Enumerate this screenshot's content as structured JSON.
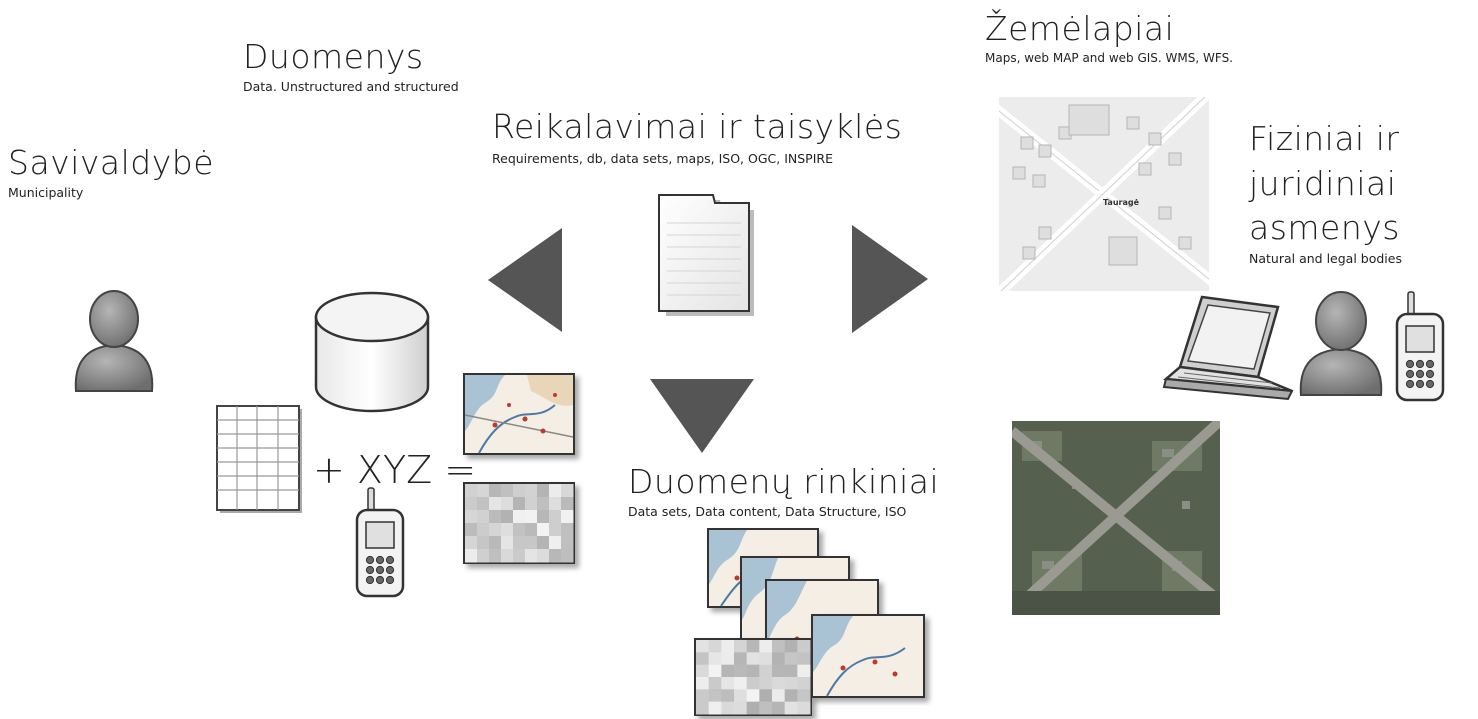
{
  "labels": {
    "municipality": {
      "title": "Savivaldybė",
      "subtitle": "Municipality"
    },
    "data": {
      "title": "Duomenys",
      "subtitle": "Data. Unstructured and structured"
    },
    "requirements": {
      "title": "Reikalavimai ir taisyklės",
      "subtitle": "Requirements, db, data sets, maps, ISO, OGC, INSPIRE"
    },
    "maps": {
      "title": "Žemėlapiai",
      "subtitle": "Maps, web MAP and web GIS. WMS, WFS."
    },
    "bodies": {
      "title_line1": "Fiziniai ir",
      "title_line2": "juridiniai",
      "title_line3": "asmenys",
      "subtitle": "Natural and legal bodies"
    },
    "datasets": {
      "title": "Duomenų rinkiniai",
      "subtitle": "Data sets, Data content, Data Structure, ISO"
    }
  },
  "equation": {
    "plus_xyz": "+ XYZ ="
  },
  "map_label": "Tauragė",
  "icons": [
    "person-icon",
    "database-icon",
    "spreadsheet-icon",
    "mobile-phone-icon",
    "vector-map-icon",
    "raster-grid-icon",
    "document-icon",
    "laptop-icon",
    "street-map-image",
    "aerial-photo-image"
  ],
  "colors": {
    "arrow": "#555555",
    "person": "#8a8a8a",
    "map_bg": "#ebebeb",
    "aerial": "#5e6a58"
  }
}
